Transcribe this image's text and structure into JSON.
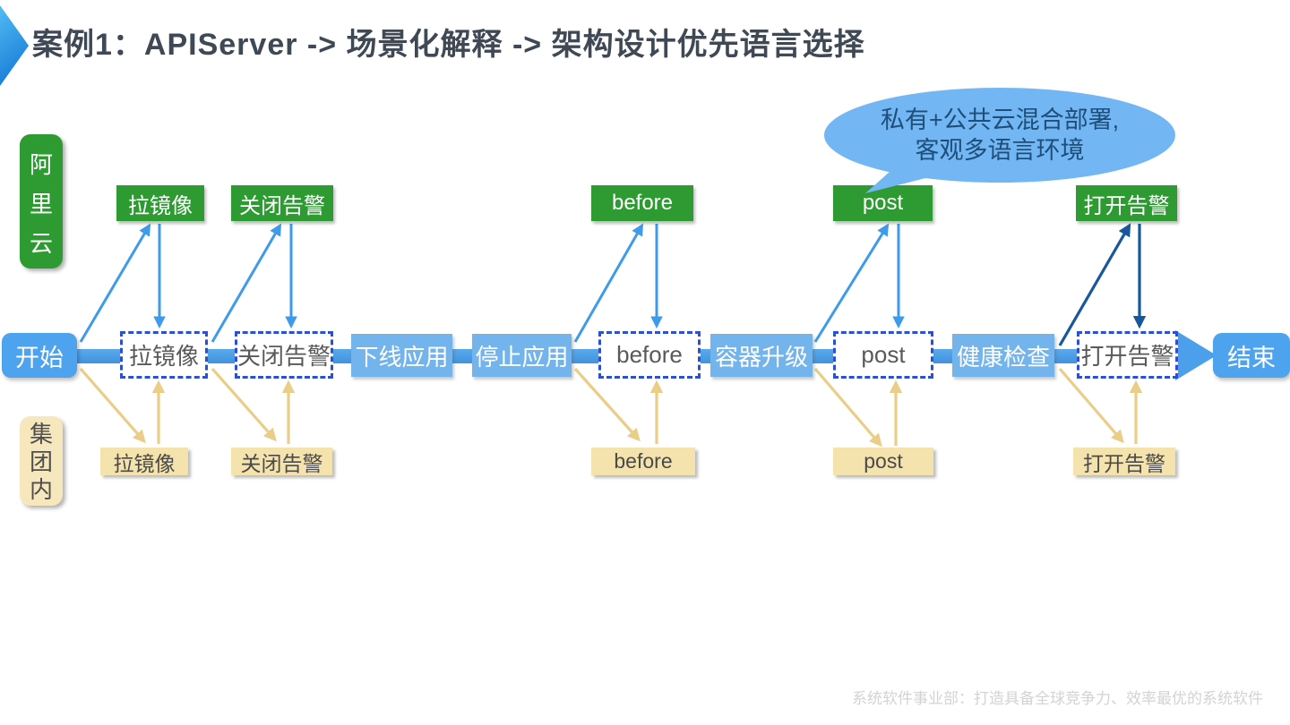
{
  "title": "案例1：APIServer -> 场景化解释 -> 架构设计优先语言选择",
  "callout": {
    "line1": "私有+公共云混合部署,",
    "line2": "客观多语言环境"
  },
  "lanes": {
    "cloud": "阿里云",
    "group": "集团内"
  },
  "flow": {
    "start": "开始",
    "end": "结束",
    "steps": [
      {
        "label": "拉镜像",
        "type": "hook-dashed"
      },
      {
        "label": "关闭告警",
        "type": "hook-dashed"
      },
      {
        "label": "下线应用",
        "type": "action"
      },
      {
        "label": "停止应用",
        "type": "action"
      },
      {
        "label": "before",
        "type": "hook-dashed"
      },
      {
        "label": "容器升级",
        "type": "action"
      },
      {
        "label": "post",
        "type": "hook-dashed"
      },
      {
        "label": "健康检查",
        "type": "action"
      },
      {
        "label": "打开告警",
        "type": "hook-dashed"
      }
    ]
  },
  "cloud_hooks": [
    "拉镜像",
    "关闭告警",
    "before",
    "post",
    "打开告警"
  ],
  "group_hooks": [
    "拉镜像",
    "关闭告警",
    "before",
    "post",
    "打开告警"
  ],
  "footer": "系统软件事业部：打造具备全球竞争力、效率最优的系统软件",
  "colors": {
    "accent_blue": "#4c9fea",
    "step_blue": "#74b4ec",
    "hook_green": "#2e9b32",
    "group_tan": "#f5e3ae",
    "dashed_border": "#2b50d0",
    "arrow_blue": "#3e9bea",
    "arrow_navy": "#17589b",
    "arrow_tan": "#eacd86",
    "bubble_blue": "#72b7f3"
  }
}
